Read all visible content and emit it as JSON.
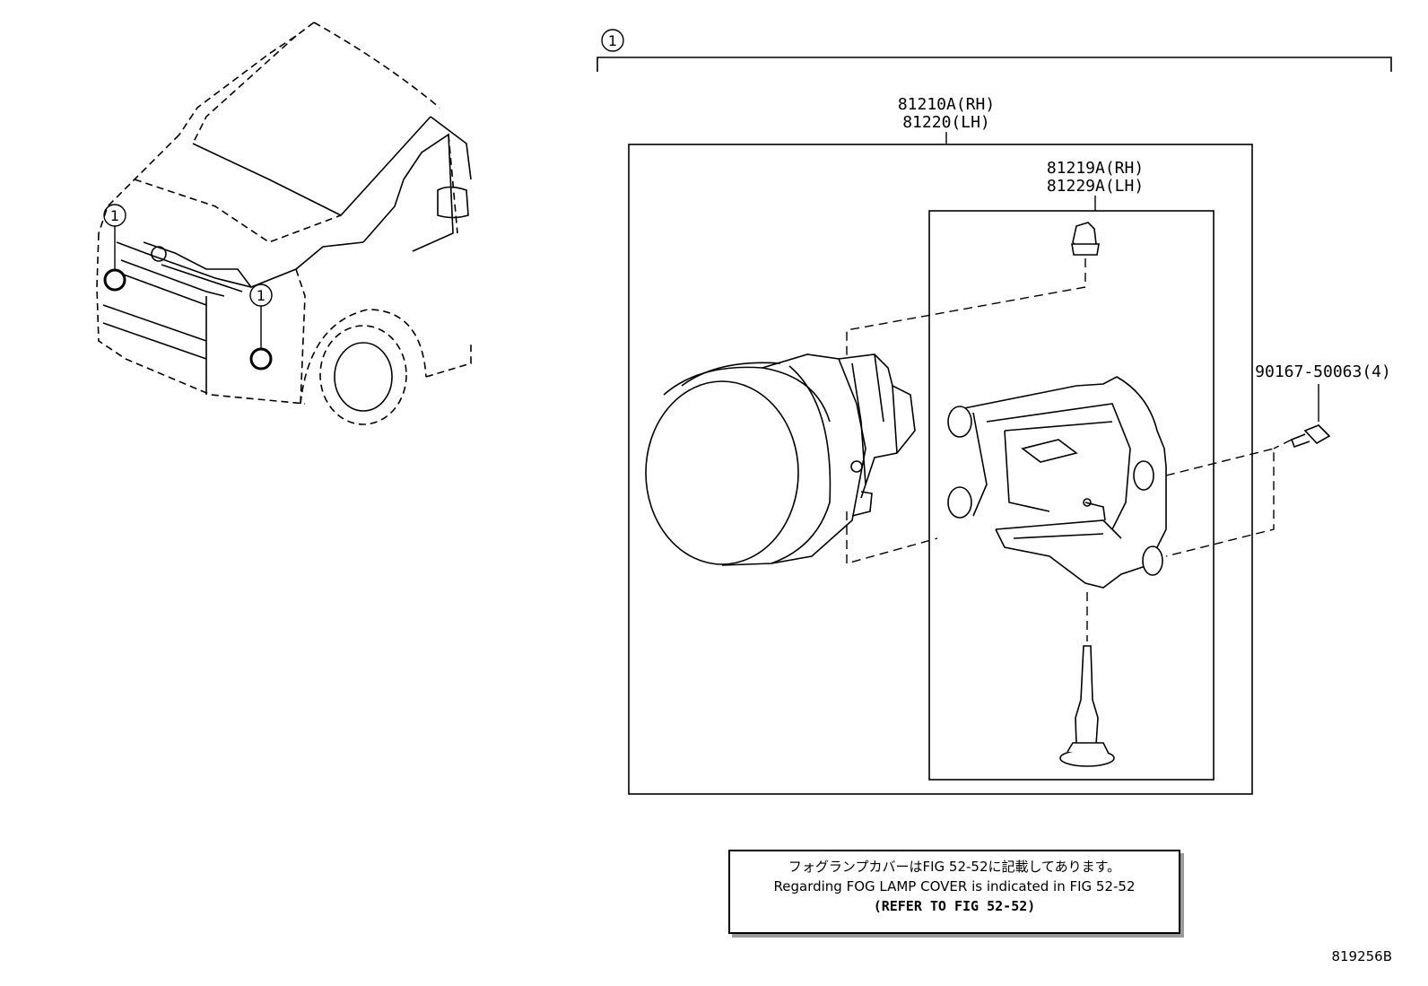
{
  "callout": {
    "number": "1"
  },
  "parts": {
    "assembly_rh": "81210A(RH)",
    "assembly_lh": "81220(LH)",
    "bracket_rh": "81219A(RH)",
    "bracket_lh": "81229A(LH)",
    "screw": "90167-50063(4)"
  },
  "note": {
    "line_jp": "フォグランプカバーはFIG 52-52に記載してあります。",
    "line_en": "Regarding FOG LAMP COVER is indicated in FIG 52-52",
    "line_ref": "(REFER TO FIG 52-52)"
  },
  "figure_id": "819256B"
}
